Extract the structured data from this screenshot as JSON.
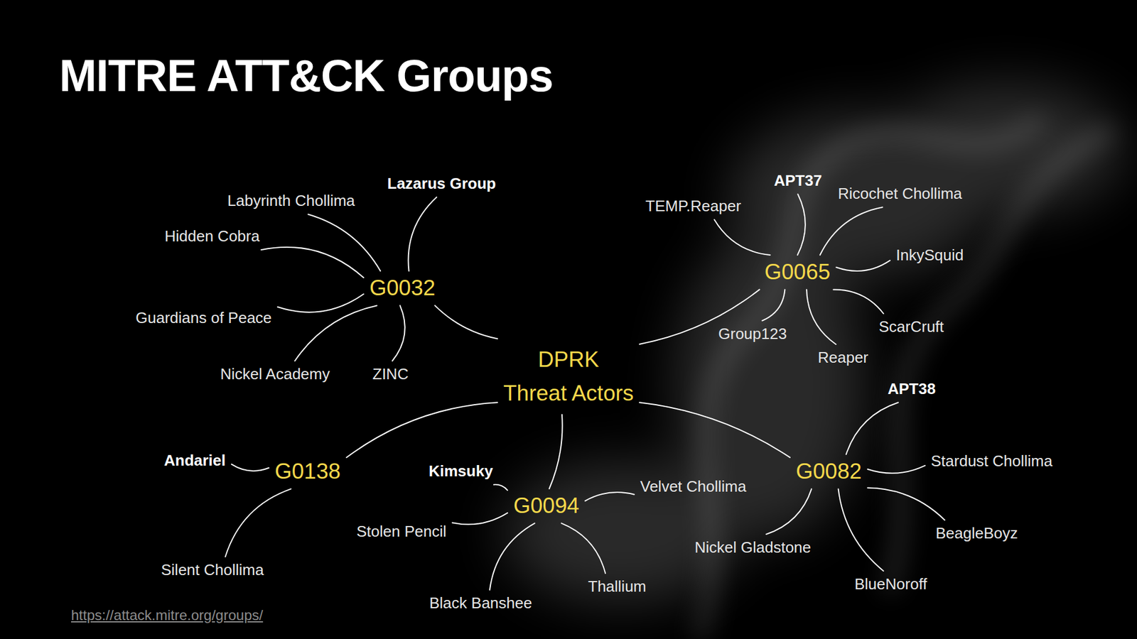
{
  "diagram": {
    "title": "MITRE ATT&CK Groups",
    "nodes": [
      {
        "text": [
          "DPRK Threat Actors"
        ]
      },
      {
        "text": [
          "G0032"
        ]
      },
      {
        "text": [
          "Lazarus Group"
        ]
      },
      {
        "text": [
          "Labyrinth Chollima"
        ]
      },
      {
        "text": [
          "Hidden Cobra"
        ]
      },
      {
        "text": [
          "Guardians of Peace"
        ]
      },
      {
        "text": [
          "Nickel Academy"
        ]
      },
      {
        "text": [
          "ZINC"
        ]
      },
      {
        "text": [
          "G0065"
        ]
      },
      {
        "text": [
          "APT37"
        ]
      },
      {
        "text": [
          "TEMP.Reaper"
        ]
      },
      {
        "text": [
          "Ricochet Chollima"
        ]
      },
      {
        "text": [
          "InkySquid"
        ]
      },
      {
        "text": [
          "ScarCruft"
        ]
      },
      {
        "text": [
          "Reaper"
        ]
      },
      {
        "text": [
          "Group123"
        ]
      },
      {
        "text": [
          "G0138"
        ]
      },
      {
        "text": [
          "Andariel"
        ]
      },
      {
        "text": [
          "Silent Chollima"
        ]
      },
      {
        "text": [
          "G0094"
        ]
      },
      {
        "text": [
          "Kimsuky"
        ]
      },
      {
        "text": [
          "Velvet Chollima"
        ]
      },
      {
        "text": [
          "Stolen Pencil"
        ]
      },
      {
        "text": [
          "Black Banshee"
        ]
      },
      {
        "text": [
          "Thallium"
        ]
      },
      {
        "text": [
          "G0082"
        ]
      },
      {
        "text": [
          "APT38"
        ]
      },
      {
        "text": [
          "Stardust Chollima"
        ]
      },
      {
        "text": [
          "BeagleBoyz"
        ]
      },
      {
        "text": [
          "BlueNoroff"
        ]
      },
      {
        "text": [
          "Nickel Gladstone"
        ]
      }
    ],
    "edges": [
      {
        "from": 0,
        "to": 1,
        "arrow": "none"
      },
      {
        "from": 0,
        "to": 8,
        "arrow": "none"
      },
      {
        "from": 0,
        "to": 16,
        "arrow": "none"
      },
      {
        "from": 0,
        "to": 19,
        "arrow": "none"
      },
      {
        "from": 0,
        "to": 25,
        "arrow": "none"
      },
      {
        "from": 1,
        "to": 2,
        "arrow": "none"
      },
      {
        "from": 1,
        "to": 3,
        "arrow": "none"
      },
      {
        "from": 1,
        "to": 4,
        "arrow": "none"
      },
      {
        "from": 1,
        "to": 5,
        "arrow": "none"
      },
      {
        "from": 1,
        "to": 6,
        "arrow": "none"
      },
      {
        "from": 1,
        "to": 7,
        "arrow": "none"
      },
      {
        "from": 8,
        "to": 9,
        "arrow": "none"
      },
      {
        "from": 8,
        "to": 10,
        "arrow": "none"
      },
      {
        "from": 8,
        "to": 11,
        "arrow": "none"
      },
      {
        "from": 8,
        "to": 12,
        "arrow": "none"
      },
      {
        "from": 8,
        "to": 13,
        "arrow": "none"
      },
      {
        "from": 8,
        "to": 14,
        "arrow": "none"
      },
      {
        "from": 8,
        "to": 15,
        "arrow": "none"
      },
      {
        "from": 16,
        "to": 17,
        "arrow": "none"
      },
      {
        "from": 16,
        "to": 18,
        "arrow": "none"
      },
      {
        "from": 19,
        "to": 20,
        "arrow": "none"
      },
      {
        "from": 19,
        "to": 21,
        "arrow": "none"
      },
      {
        "from": 19,
        "to": 22,
        "arrow": "none"
      },
      {
        "from": 19,
        "to": 23,
        "arrow": "none"
      },
      {
        "from": 19,
        "to": 24,
        "arrow": "none"
      },
      {
        "from": 25,
        "to": 26,
        "arrow": "none"
      },
      {
        "from": 25,
        "to": 27,
        "arrow": "none"
      },
      {
        "from": 25,
        "to": 28,
        "arrow": "none"
      },
      {
        "from": 25,
        "to": 29,
        "arrow": "none"
      },
      {
        "from": 25,
        "to": 30,
        "arrow": "none"
      }
    ],
    "labels": [
      "https://attack.mitre.org/groups/"
    ]
  }
}
